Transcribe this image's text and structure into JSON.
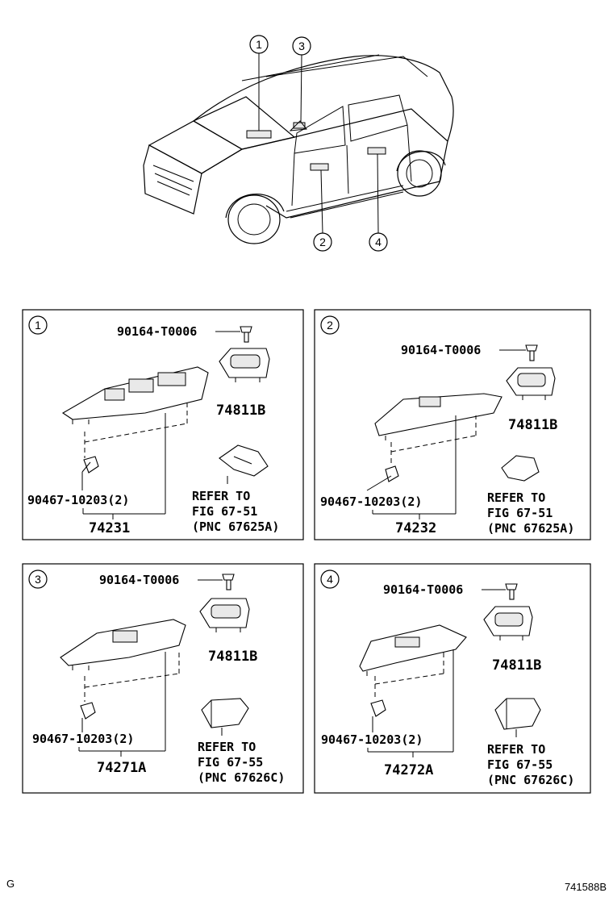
{
  "overview": {
    "callouts": [
      "1",
      "2",
      "3",
      "4"
    ]
  },
  "panels": [
    {
      "number": "1",
      "screw": "90164-T0006",
      "bezel": "74811B",
      "clip": "90467-10203(2)",
      "assembly": "74231",
      "refer": [
        "REFER TO",
        "FIG 67-51",
        "(PNC 67625A)"
      ]
    },
    {
      "number": "2",
      "screw": "90164-T0006",
      "bezel": "74811B",
      "clip": "90467-10203(2)",
      "assembly": "74232",
      "refer": [
        "REFER TO",
        "FIG 67-51",
        "(PNC 67625A)"
      ]
    },
    {
      "number": "3",
      "screw": "90164-T0006",
      "bezel": "74811B",
      "clip": "90467-10203(2)",
      "assembly": "74271A",
      "refer": [
        "REFER TO",
        "FIG 67-55",
        "(PNC 67626C)"
      ]
    },
    {
      "number": "4",
      "screw": "90164-T0006",
      "bezel": "74811B",
      "clip": "90467-10203(2)",
      "assembly": "74272A",
      "refer": [
        "REFER TO",
        "FIG 67-55",
        "(PNC 67626C)"
      ]
    }
  ],
  "footer": {
    "left": "G",
    "right": "741588B"
  }
}
